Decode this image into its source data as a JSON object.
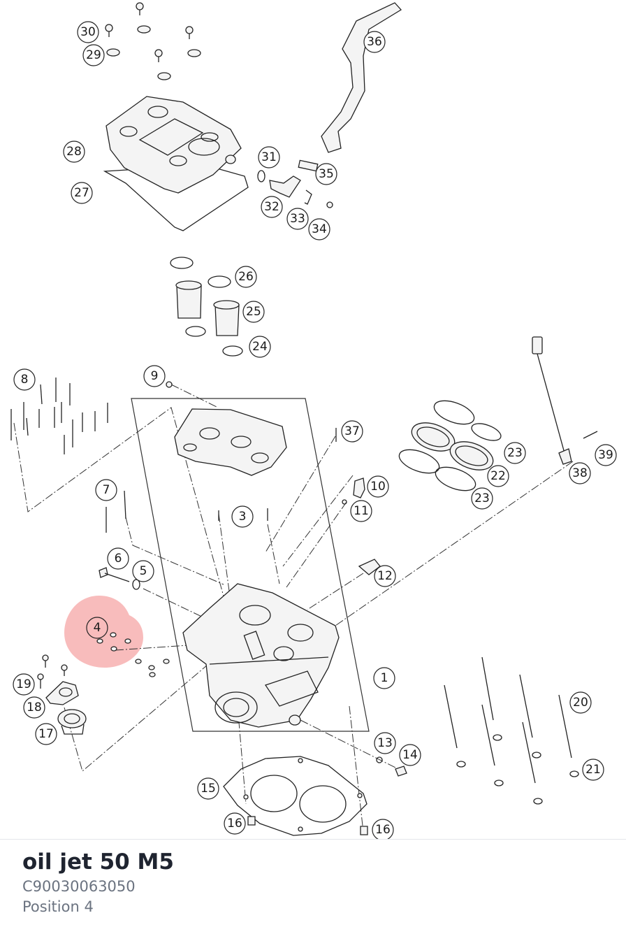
{
  "highlight_color": "#f06a6a",
  "selected_callout": "4",
  "callouts": [
    "1",
    "3",
    "4",
    "5",
    "6",
    "7",
    "8",
    "9",
    "10",
    "11",
    "12",
    "13",
    "14",
    "15",
    "16",
    "16",
    "17",
    "18",
    "19",
    "20",
    "21",
    "22",
    "23",
    "23",
    "24",
    "25",
    "26",
    "27",
    "28",
    "29",
    "30",
    "31",
    "32",
    "33",
    "34",
    "35",
    "36",
    "37",
    "38",
    "39"
  ],
  "selected_part": {
    "name": "oil jet 50 M5",
    "number": "C90030063050",
    "position": "Position 4"
  }
}
